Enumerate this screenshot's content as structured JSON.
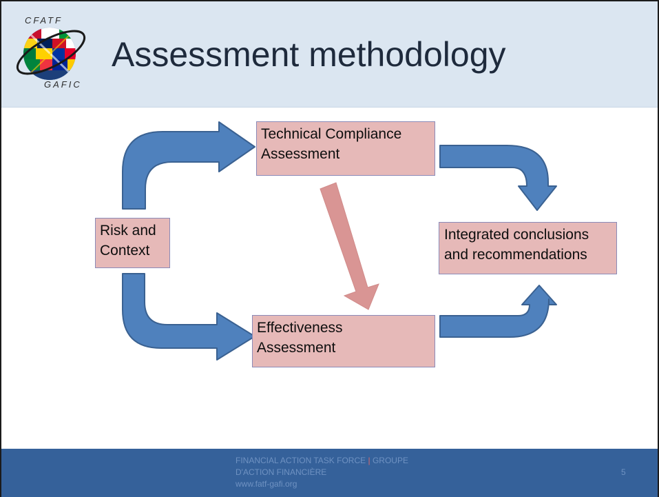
{
  "slide": {
    "title": "Assessment methodology",
    "logo": {
      "top_text": "CFATF",
      "bottom_text": "GAFIC",
      "icon": "globe-flags-icon"
    }
  },
  "diagram": {
    "nodes": {
      "technical_compliance": [
        "Technical Compliance",
        "Assessment"
      ],
      "risk_context": [
        "Risk and",
        "Context"
      ],
      "effectiveness": [
        "Effectiveness",
        "Assessment"
      ],
      "integrated": [
        "Integrated conclusions",
        "and recommendations"
      ]
    },
    "edges": [
      {
        "from": "risk_context",
        "to": "technical_compliance",
        "style": "blue-bent-arrow"
      },
      {
        "from": "risk_context",
        "to": "effectiveness",
        "style": "blue-bent-arrow"
      },
      {
        "from": "technical_compliance",
        "to": "integrated",
        "style": "blue-bent-arrow"
      },
      {
        "from": "effectiveness",
        "to": "integrated",
        "style": "blue-bent-arrow"
      },
      {
        "from": "technical_compliance",
        "to": "effectiveness",
        "style": "pink-straight-arrow"
      }
    ]
  },
  "footer": {
    "line1_part1": "FINANCIAL ACTION TASK FORCE",
    "separator": "|",
    "line1_part2": "GROUPE",
    "line2": "D'ACTION FINANCIÈRE",
    "line3": "www.fatf-gafi.org",
    "page_number": "5"
  },
  "colors": {
    "header_bg": "#dbe6f1",
    "box_fill": "#e6b9b8",
    "arrow_blue": "#4f81bd",
    "arrow_pink": "#d99594",
    "footer_bg": "#35619a"
  }
}
